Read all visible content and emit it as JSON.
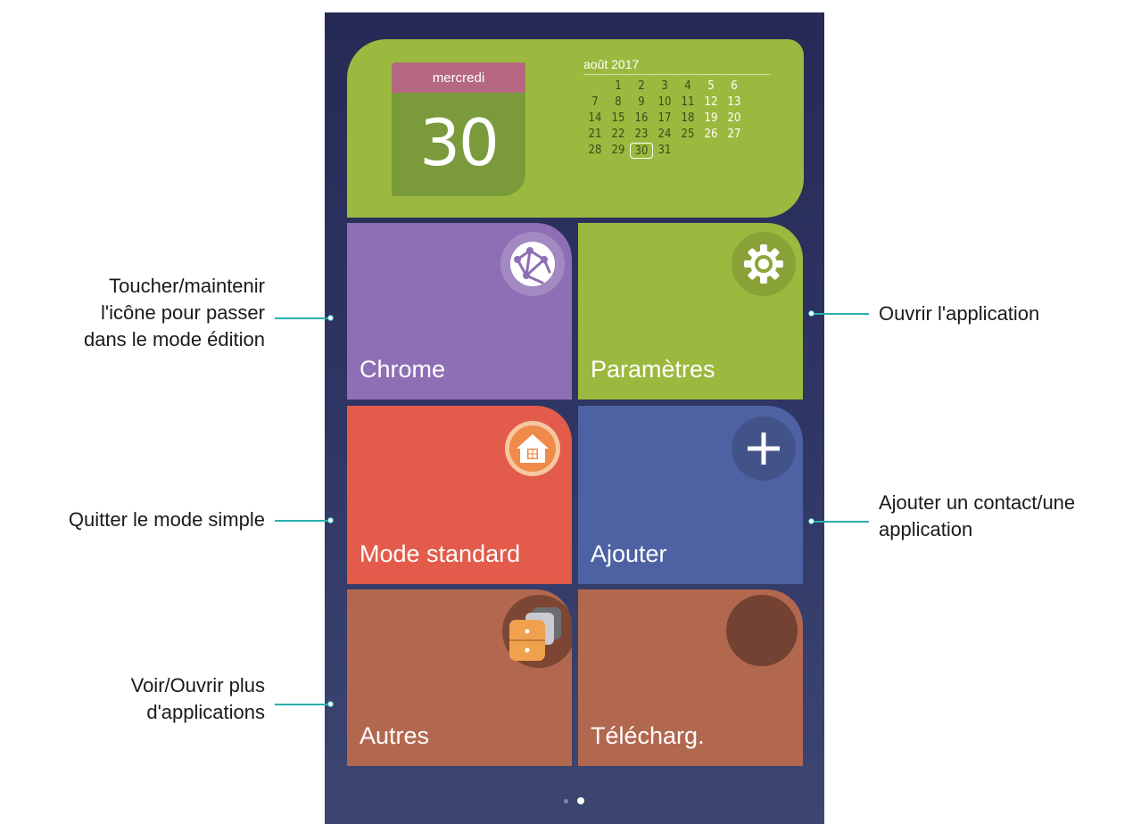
{
  "calendar_widget": {
    "day_name": "mercredi",
    "day_number": "30",
    "month_title": "août 2017",
    "weeks": [
      [
        "",
        "1",
        "2",
        "3",
        "4",
        "5",
        "6"
      ],
      [
        "7",
        "8",
        "9",
        "10",
        "11",
        "12",
        "13"
      ],
      [
        "14",
        "15",
        "16",
        "17",
        "18",
        "19",
        "20"
      ],
      [
        "21",
        "22",
        "23",
        "24",
        "25",
        "26",
        "27"
      ],
      [
        "28",
        "29",
        "30",
        "31",
        "",
        "",
        ""
      ]
    ],
    "today": "30"
  },
  "tiles": {
    "chrome": {
      "label": "Chrome",
      "icon": "browser-globe-icon",
      "color": "#8e6fb5"
    },
    "parametres": {
      "label": "Paramètres",
      "icon": "gear-icon",
      "color": "#9cb93f"
    },
    "mode_standard": {
      "label": "Mode standard",
      "icon": "home-icon",
      "color": "#e35b4a"
    },
    "ajouter": {
      "label": "Ajouter",
      "icon": "plus-icon",
      "color": "#4e62a3"
    },
    "autres": {
      "label": "Autres",
      "icon": "app-folder-icon",
      "color": "#b2674f"
    },
    "telecharg": {
      "label": "Télécharg.",
      "icon": "download-icon",
      "color": "#b2674f"
    }
  },
  "pagination": {
    "pages": 2,
    "current": 2
  },
  "annotations": {
    "edit_mode": [
      "Toucher/maintenir",
      "l'icône pour passer",
      "dans le mode édition"
    ],
    "open_app": [
      "Ouvrir l'application"
    ],
    "quit_simple": [
      "Quitter le mode simple"
    ],
    "add_contact": [
      "Ajouter un contact/une",
      "application"
    ],
    "more_apps": [
      "Voir/Ouvrir plus",
      "d'applications"
    ]
  },
  "colors": {
    "leader_line": "#2bb0b0",
    "background": "#262a55"
  }
}
